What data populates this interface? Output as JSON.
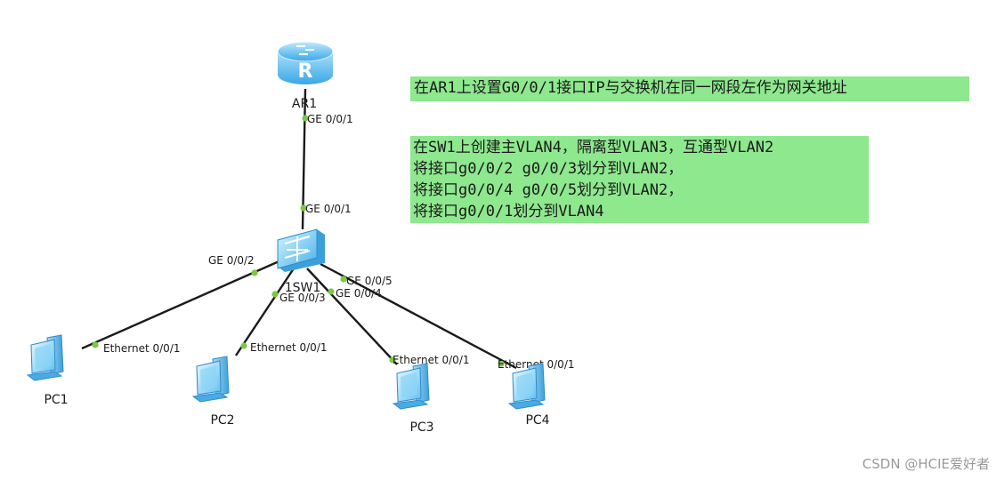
{
  "devices": {
    "router": {
      "label": "AR1",
      "glyph": "R",
      "port": "GE 0/0/1"
    },
    "switch": {
      "label": "1SW1",
      "ports": {
        "uplink": "GE 0/0/1",
        "p2": "GE 0/0/2",
        "p3": "GE 0/0/3",
        "p4": "GE 0/0/4",
        "p5": "GE 0/0/5"
      }
    },
    "pcs": [
      {
        "label": "PC1",
        "port": "Ethernet 0/0/1"
      },
      {
        "label": "PC2",
        "port": "Ethernet 0/0/1"
      },
      {
        "label": "PC3",
        "port": "Ethernet 0/0/1"
      },
      {
        "label": "PC4",
        "port": "Ethernet 0/0/1"
      }
    ]
  },
  "notes": {
    "ar1": "在AR1上设置G0/0/1接口IP与交换机在同一网段左作为网关地址",
    "sw1": [
      "在SW1上创建主VLAN4，隔离型VLAN3，互通型VLAN2",
      "将接口g0/0/2 g0/0/3划分到VLAN2，",
      "将接口g0/0/4 g0/0/5划分到VLAN2，",
      "将接口g0/0/1划分到VLAN4"
    ]
  },
  "colors": {
    "note_bg": "#8ee88e",
    "link": "#1a1a1a",
    "port_dot": "#7ac943",
    "device_blue": "#5bbcef"
  },
  "watermark": "CSDN @HCIE爱好者"
}
